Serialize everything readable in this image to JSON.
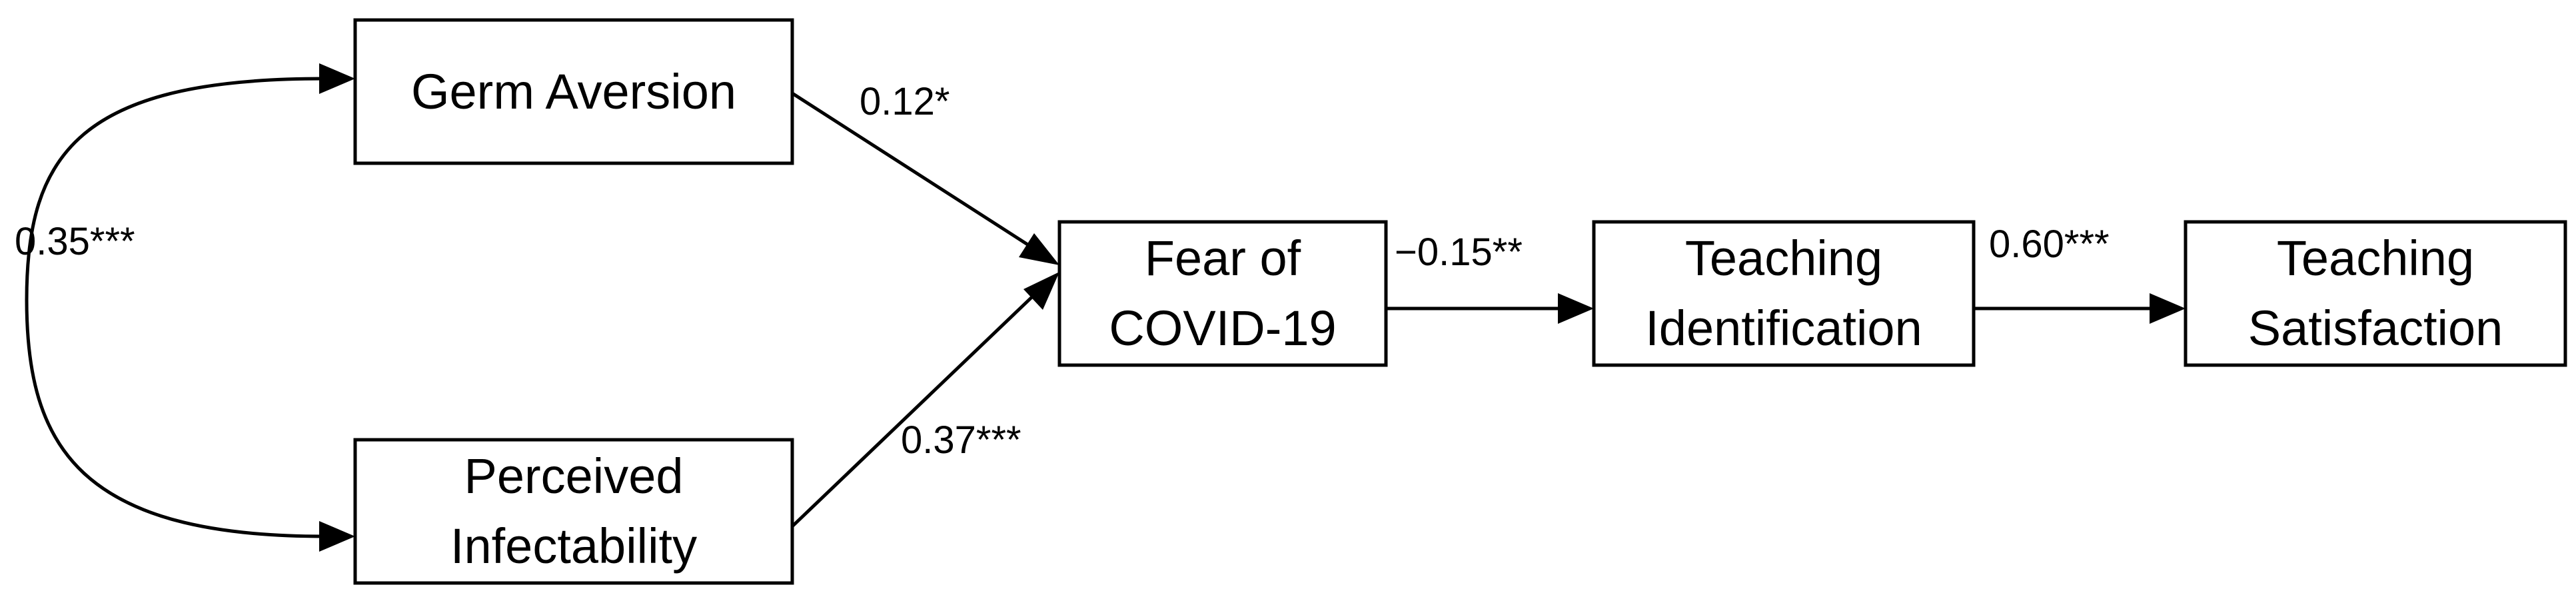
{
  "nodes": {
    "germ_aversion": {
      "lines": [
        "Germ Aversion"
      ]
    },
    "perceived_infectability": {
      "lines": [
        "Perceived",
        "Infectability"
      ]
    },
    "fear_of_covid": {
      "lines": [
        "Fear of",
        "COVID-19"
      ]
    },
    "teaching_identification": {
      "lines": [
        "Teaching",
        "Identification"
      ]
    },
    "teaching_satisfaction": {
      "lines": [
        "Teaching",
        "Satisfaction"
      ]
    }
  },
  "paths": {
    "germ_to_fear": "0.12*",
    "infect_to_fear": "0.37***",
    "fear_to_identification": "−0.15**",
    "identification_to_satisfaction": "0.60***",
    "germ_infect_covariance": "0.35***"
  },
  "colors": {
    "stroke": "#000000",
    "background": "#ffffff"
  }
}
